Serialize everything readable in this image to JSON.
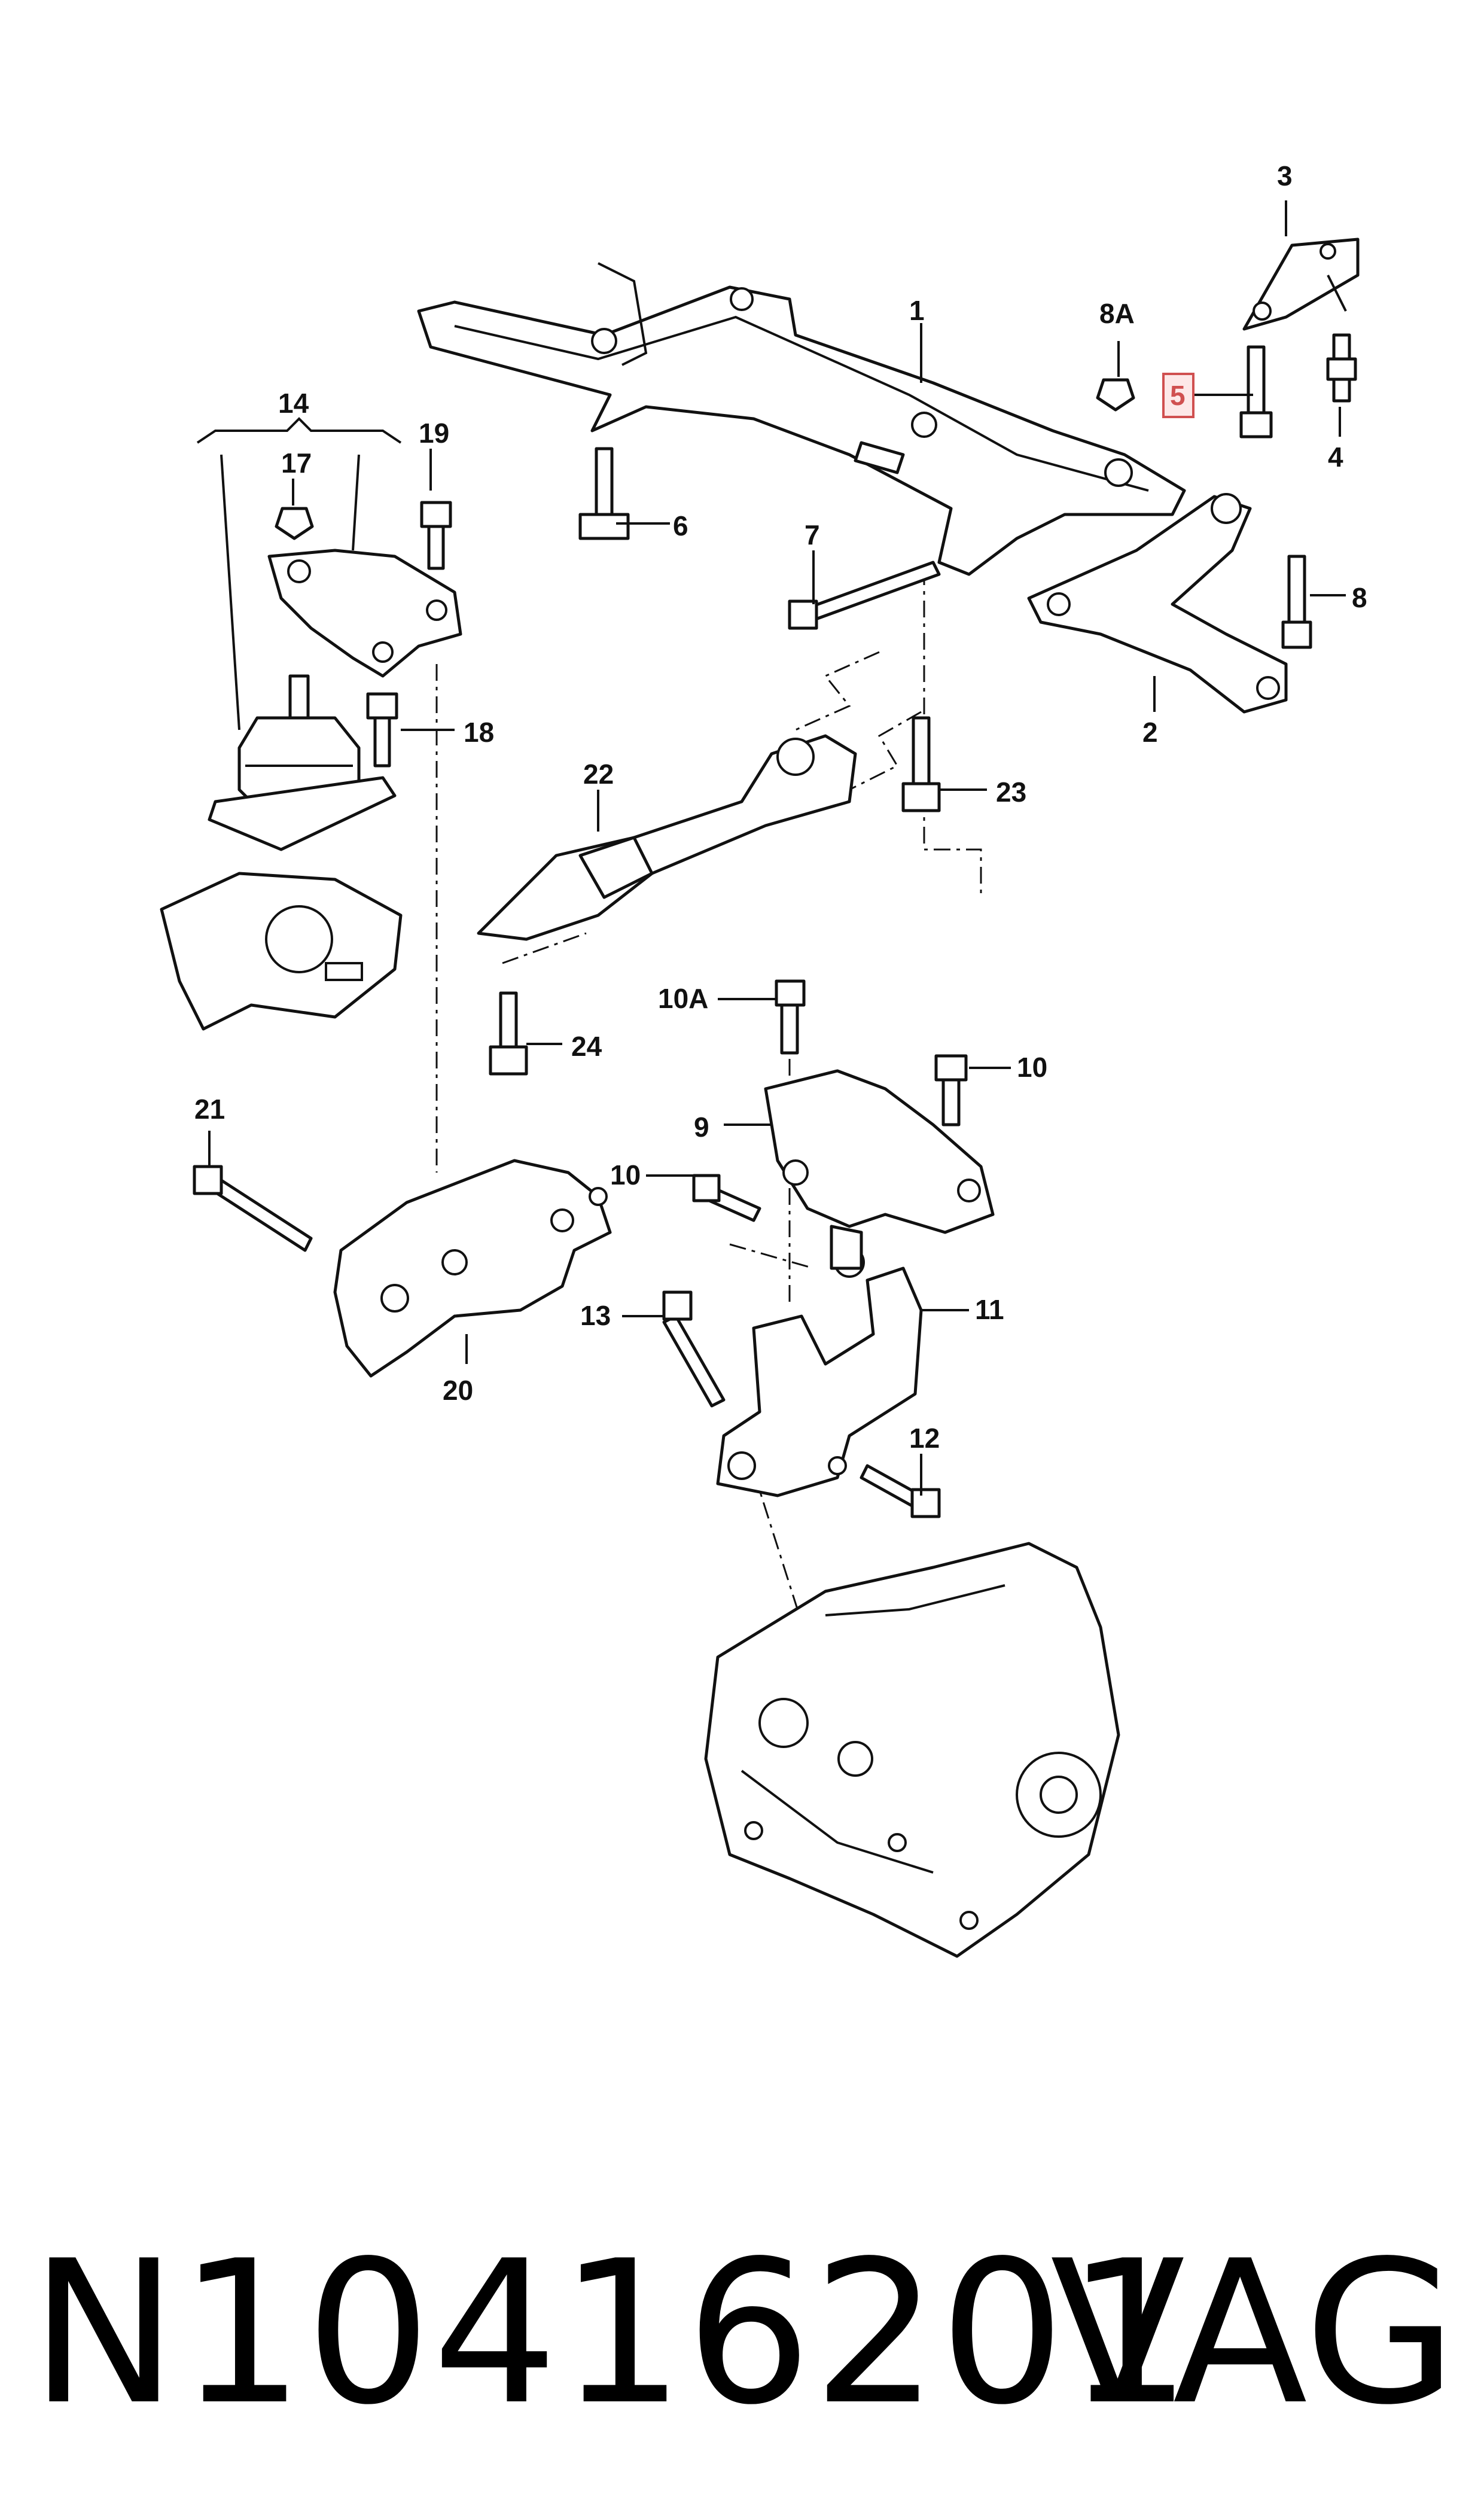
{
  "callouts": {
    "c1": "1",
    "c2": "2",
    "c3": "3",
    "c4": "4",
    "c5": "5",
    "c6": "6",
    "c7": "7",
    "c8": "8",
    "c8a": "8A",
    "c9": "9",
    "c10a": "10",
    "c10b": "10",
    "c10c": "10A",
    "c11": "11",
    "c12": "12",
    "c13": "13",
    "c14": "14",
    "c17": "17",
    "c18": "18",
    "c19": "19",
    "c20": "20",
    "c21": "21",
    "c22": "22",
    "c23": "23",
    "c24": "24"
  },
  "highlighted_callout": "5",
  "colors": {
    "line": "#111111",
    "highlight_border": "#d05050",
    "highlight_fill": "#fde8e8"
  },
  "footer": {
    "part_number": "N10416201",
    "brand": "VAG"
  }
}
